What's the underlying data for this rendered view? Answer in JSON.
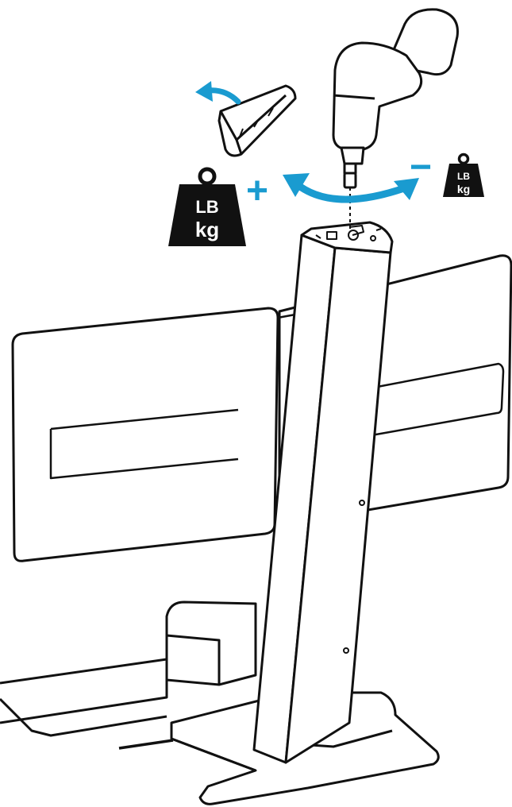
{
  "weights": {
    "increase": {
      "unit_top": "LB",
      "unit_bottom": "kg",
      "sign": "+"
    },
    "decrease": {
      "unit_top": "LB",
      "unit_bottom": "kg",
      "sign": "−"
    }
  },
  "icons": {
    "drill": "power-drill-icon",
    "cap": "removed-cap-icon",
    "rotate": "rotate-arrow-icon",
    "weight": "weight-icon"
  },
  "colors": {
    "accent": "#1a9bd0",
    "ink": "#111111",
    "paper": "#ffffff"
  }
}
